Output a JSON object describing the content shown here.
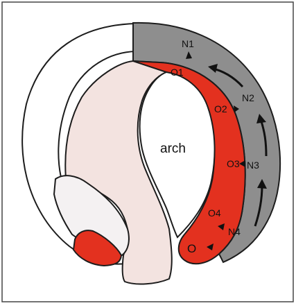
{
  "colors": {
    "border": "#444444",
    "red": "#e3311f",
    "gray": "#8e8e8e",
    "tissue": "#f3e3e0",
    "tissue_light": "#f4f1f2",
    "outline": "#1c1c1c"
  },
  "labels": {
    "center": "arch",
    "n1": "N1",
    "n2": "N2",
    "n3": "N3",
    "n4": "N4",
    "o1": "O1",
    "o2": "O2",
    "o3": "O3",
    "o4": "O4",
    "o": "O"
  },
  "icons": {
    "flow_arrows": "up-arrow",
    "pointers": "triangle-pointer"
  }
}
